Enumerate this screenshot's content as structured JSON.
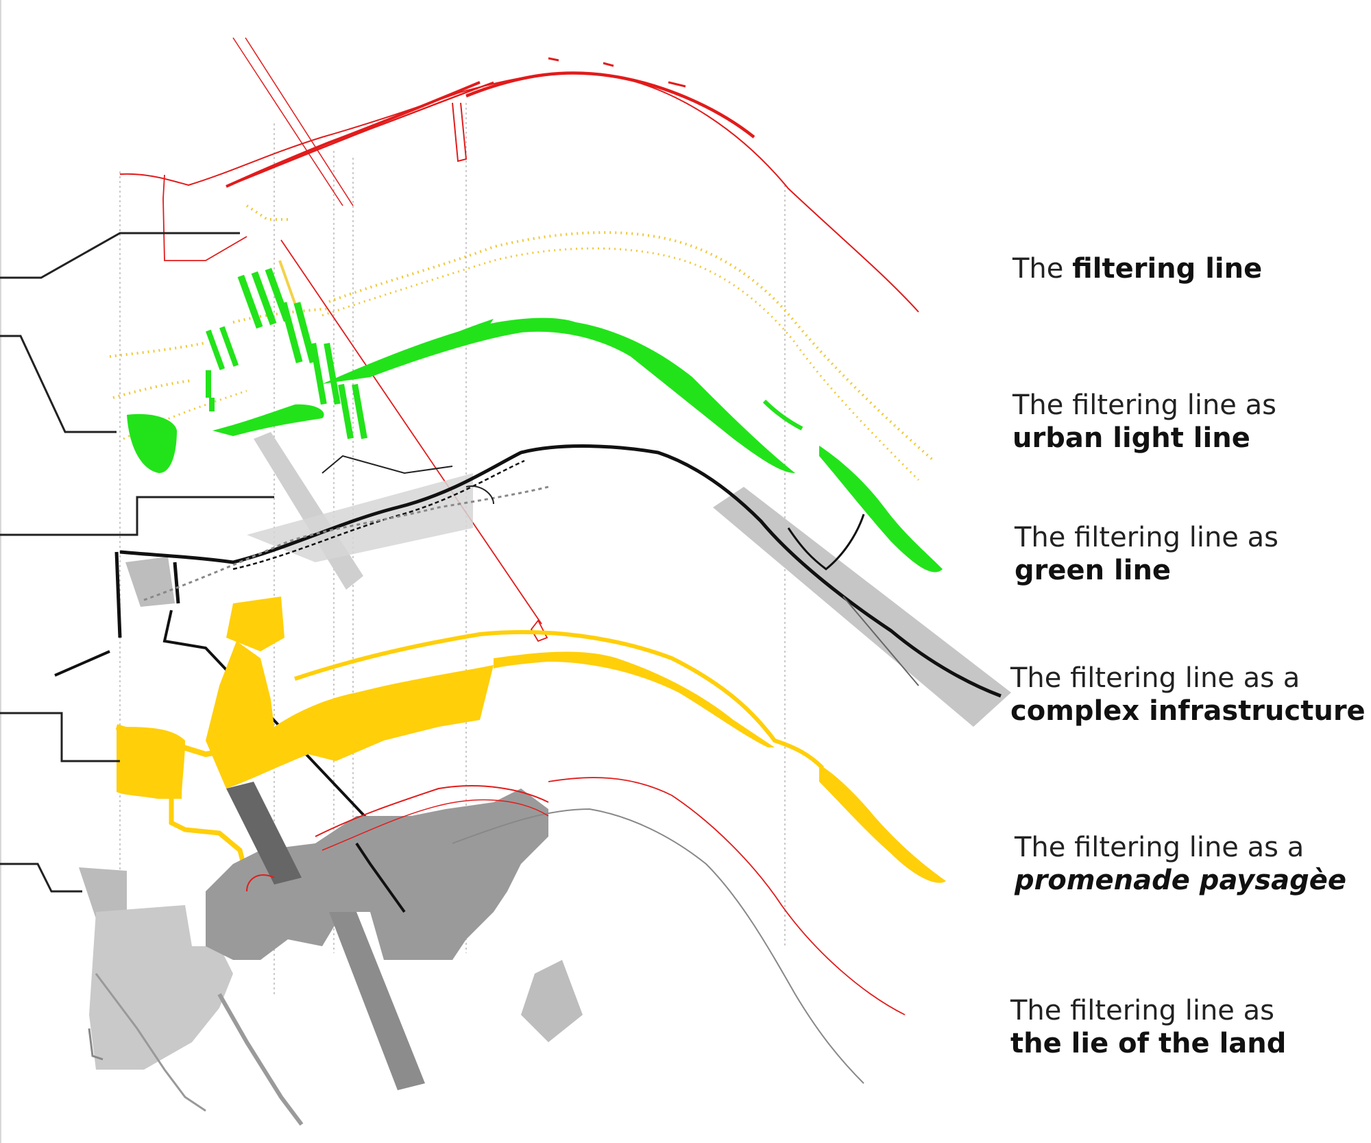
{
  "colors": {
    "red": "#e21b1b",
    "yellow_light": "#f2d24a",
    "green": "#22e31a",
    "black": "#111111",
    "grey": "#bdbdbd",
    "yellow": "#ffcf0a",
    "dark_grey": "#8c8c8c"
  },
  "layers": [
    {
      "prefix": "The ",
      "emphasis": "filtering line",
      "second_line": "",
      "style": "inline"
    },
    {
      "prefix": "The filtering line as",
      "emphasis": "urban light line",
      "style": "bold"
    },
    {
      "prefix": "The filtering line as",
      "emphasis": "green line",
      "style": "bold"
    },
    {
      "prefix": "The filtering line as a",
      "emphasis": "complex infrastructure",
      "style": "bold"
    },
    {
      "prefix": "The filtering line as a",
      "emphasis": "promenade paysagèe",
      "style": "italic-bold"
    },
    {
      "prefix": "The filtering line as",
      "emphasis": "the lie of the land",
      "style": "bold"
    }
  ]
}
